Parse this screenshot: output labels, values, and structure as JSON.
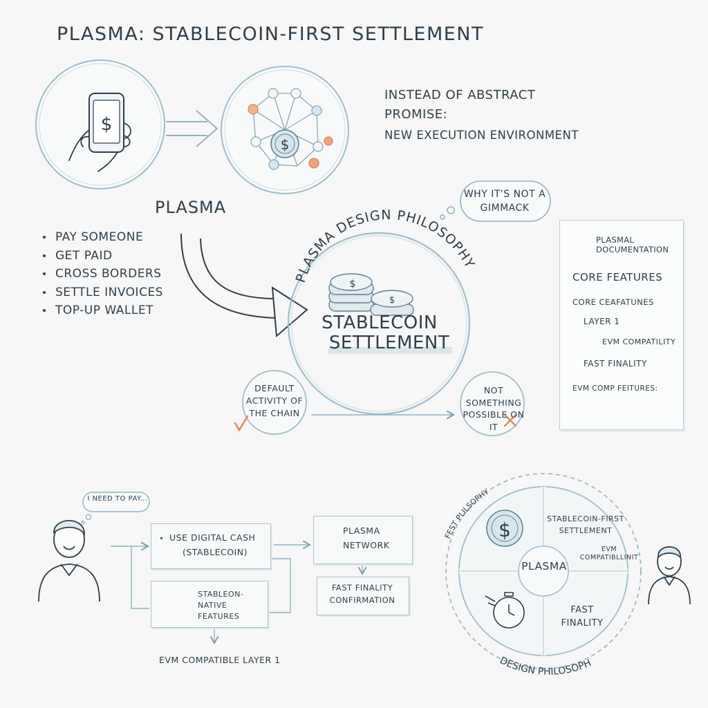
{
  "title": "PLASMA: STABLECOIN-FIRST SETTLEMENT",
  "top_row": {
    "plasma_label": "PLASMA",
    "promise_line1": "INSTEAD OF ABSTRACT",
    "promise_line2": "PROMISE:",
    "promise_line3": "NEW EXECUTION ENVIRONMENT"
  },
  "use_cases": [
    "PAY SOMEONE",
    "GET PAID",
    "CROSS BORDERS",
    "SETTLE INVOICES",
    "TOP-UP WALLET"
  ],
  "center": {
    "bubble": "WHY IT'S NOT A GIMMACK",
    "arc_label": "PLASMA DESIGN PHILOSOPHY",
    "main_line1": "STABLECOIN",
    "main_line2": "SETTLEMENT",
    "left_node": "DEFAULT ACTIVITY OF THE CHAIN",
    "right_node": "NOT SOMETHING POSSIBLE ON IT"
  },
  "doc_panel": {
    "title": "PLASMAL DOCUMENTATION",
    "core": "CORE FEATURES",
    "sub": "CORE CEAFATUNES",
    "item_layer": "LAYER 1",
    "item_evm": "EVM COMPATILITY",
    "item_finality": "FAST FINALITY",
    "evm_features": "EVM COMP FEITURES:"
  },
  "bottom_flow": {
    "thought": "I NEED TO PAY...",
    "use_line1": "USE DIGITAL CASH",
    "use_line2": "(STABLECOIN)",
    "network": "PLASMA NETWORK",
    "finality": "FAST FINALITY CONFIRMATION",
    "stable_native": "STABLEON-NATIVE FEATURES",
    "evm_layer": "EVM COMPATIBLE LAYER 1"
  },
  "wheel": {
    "top_arc": "FEST PLILSOPHY",
    "bottom_arc": "DESIGN PHILOSOPHY",
    "center": "PLASMA",
    "stablecoin_first": "STABLECOIN-FIRST SETTLEMENT",
    "evm": "EVM COMPATIBLLINIT",
    "fast_finality": "FAST FINALITY"
  },
  "colors": {
    "ink": "#2f3d4a",
    "line": "#8fb2c4",
    "light_blue": "#d7e6ee",
    "orange": "#e9865a",
    "background": "#f6f7f6"
  }
}
